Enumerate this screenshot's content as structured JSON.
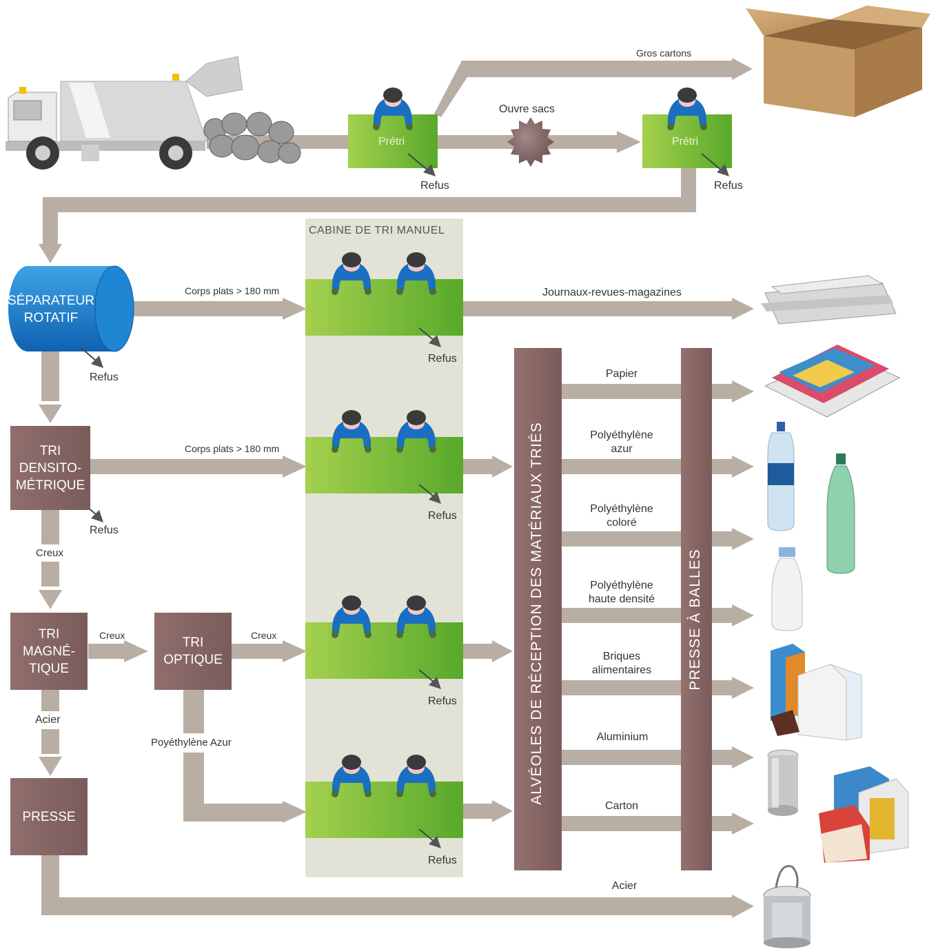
{
  "title": "",
  "colors": {
    "conveyor": "#b9aea3",
    "machine": "#8a6a68",
    "green_dark": "#5aa82a",
    "green_light": "#9ccd4a",
    "cabin_bg": "#e2e3d6",
    "separator_blue": "#1a7fcf",
    "worker_blue": "#1a6fc0",
    "refus_arrow": "#4a4a4a"
  },
  "intake": {
    "pretri_1": "Prétri",
    "pretri_2": "Prétri",
    "ouvre_sacs": "Ouvre sacs",
    "gros_cartons": "Gros cartons",
    "refus_1": "Refus",
    "refus_2": "Refus"
  },
  "cabin": {
    "title": "CABINE DE TRI MANUEL",
    "refus_labels": [
      "Refus",
      "Refus",
      "Refus",
      "Refus"
    ]
  },
  "machines": {
    "separator": [
      "SÉPARATEUR",
      "ROTATIF"
    ],
    "densitometric": [
      "TRI",
      "DENSITO-",
      "MÉTRIQUE"
    ],
    "magnetic": [
      "TRI",
      "MAGNÉ-",
      "TIQUE"
    ],
    "optical": [
      "TRI",
      "OPTIQUE"
    ],
    "press": [
      "PRESSE"
    ]
  },
  "flow_labels": {
    "corps_plats_1": "Corps plats > 180 mm",
    "corps_plats_2": "Corps plats > 180 mm",
    "refus_separator": "Refus",
    "refus_densito": "Refus",
    "creux_down": "Creux",
    "creux_right": "Creux",
    "creux_optique": "Creux",
    "acier_down": "Acier",
    "polyethylene_azur": "Poyéthylène Azur"
  },
  "alveoles_label": "ALVÉOLES DE RÉCEPTION DES MATÉRIAUX TRIÉS",
  "presse_balles_label": "PRESSE À BALLES",
  "outputs": [
    "Journaux-revues-magazines",
    "Papier",
    "Polyéthylène\nazur",
    "Polyéthylène\ncoloré",
    "Polyéthylène\nhaute densité",
    "Briques\nalimentaires",
    "Aluminium",
    "Carton",
    "Acier"
  ],
  "product_icons": [
    "cardboard-box-icon",
    "newspapers-icon",
    "magazines-icon",
    "blue-water-bottle-icon",
    "green-bottle-icon",
    "milk-bottle-icon",
    "drink-cartons-icon",
    "aluminium-can-icon",
    "cardboard-packaging-icon",
    "steel-can-icon"
  ]
}
